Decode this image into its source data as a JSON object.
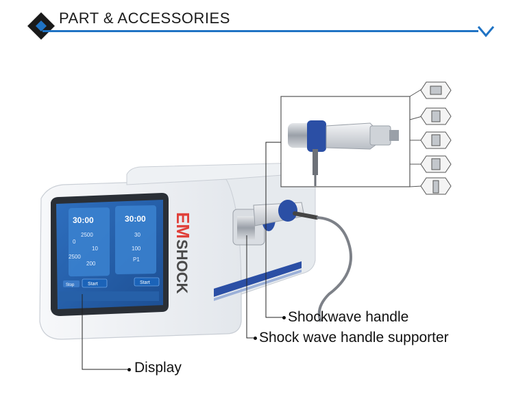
{
  "header": {
    "title": "PART & ACCESSORIES",
    "accent_color": "#1f73c4"
  },
  "device": {
    "brand_top": "EM",
    "brand_bottom": "SHOCK",
    "screen": {
      "timer_left": "30:00",
      "timer_right": "30:00",
      "left_values": [
        "2500",
        "0",
        "10",
        "2500",
        "200"
      ],
      "right_values": [
        "30",
        "100",
        "P1"
      ],
      "start_label": "Start",
      "stop_label": "Stop"
    }
  },
  "callouts": {
    "shockwave_handle": "Shockwave handle",
    "handle_supporter": "Shock wave handle supporter",
    "display": "Display"
  },
  "icons": [
    "diamond-icon",
    "chevron-down-icon"
  ]
}
